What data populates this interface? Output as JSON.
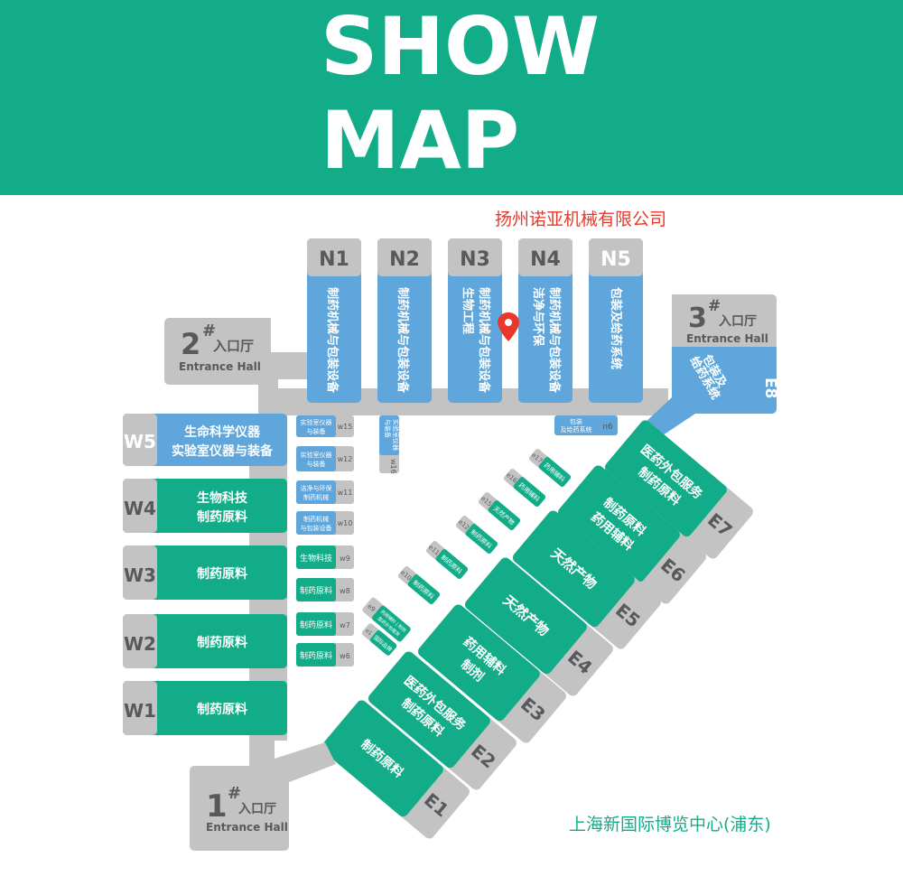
{
  "banner": {
    "title_line1": "SHOW",
    "title_line2": "MAP"
  },
  "company": "扬州诺亚机械有限公司",
  "venue": "上海新国际博览中心(浦东)",
  "colors": {
    "green": "#12ad88",
    "blue": "#5ea6dc",
    "gray": "#c3c3c3",
    "dark": "#58595b",
    "pin": "#e8382c"
  },
  "halls": {
    "N1": {
      "code": "N1",
      "desc": "制药机械与包装设备"
    },
    "N2": {
      "code": "N2",
      "desc": "制药机械与包装设备"
    },
    "N3": {
      "code": "N3",
      "desc": "制药机械与包装设备",
      "desc2": "生物工程"
    },
    "N4": {
      "code": "N4",
      "desc": "制药机械与包装设备",
      "desc2": "洁净与环保"
    },
    "N5": {
      "code": "N5",
      "desc": "包装及给药系统"
    },
    "E8": {
      "code": "E8",
      "desc": "包装及",
      "desc2": "给药系统"
    },
    "W5": {
      "code": "W5",
      "desc": "生命科学仪器",
      "desc2": "实验室仪器与装备"
    },
    "W4": {
      "code": "W4",
      "desc": "生物科技",
      "desc2": "制药原料"
    },
    "W3": {
      "code": "W3",
      "desc": "制药原料"
    },
    "W2": {
      "code": "W2",
      "desc": "制药原料"
    },
    "W1": {
      "code": "W1",
      "desc": "制药原料"
    },
    "E7": {
      "code": "E7",
      "desc": "医药外包服务",
      "desc2": "制药原料"
    },
    "E6": {
      "code": "E6",
      "desc": "制药原料",
      "desc2": "药用辅料"
    },
    "E5": {
      "code": "E5",
      "desc": "天然产物"
    },
    "E4": {
      "code": "E4",
      "desc": "天然产物"
    },
    "E3": {
      "code": "E3",
      "desc": "药用辅料",
      "desc2": "制剂"
    },
    "E2": {
      "code": "E2",
      "desc": "医药外包服务",
      "desc2": "制药原料"
    },
    "E1": {
      "code": "E1",
      "desc": "制药原料"
    }
  },
  "west_subhalls": [
    {
      "code": "w15",
      "line1": "实验室仪器",
      "line2": "与装备"
    },
    {
      "code": "w12",
      "line1": "实验室仪器",
      "line2": "与装备"
    },
    {
      "code": "w11",
      "line1": "洁净与环保",
      "line2": "制药机械"
    },
    {
      "code": "w10",
      "line1": "制药机械",
      "line2": "与包装设备"
    },
    {
      "code": "w9",
      "line1": "生物科技",
      "line2": ""
    },
    {
      "code": "w8",
      "line1": "制药原料",
      "line2": ""
    },
    {
      "code": "w7",
      "line1": "制药原料",
      "line2": ""
    },
    {
      "code": "w6",
      "line1": "制药原料",
      "line2": ""
    }
  ],
  "w16": {
    "code": "w16",
    "line1": "实验室仪器",
    "line2": "与装备"
  },
  "n6": {
    "code": "n6",
    "line1": "包装",
    "line2": "及给药系统"
  },
  "east_subhalls": [
    {
      "code": "e17",
      "line1": "药用辅料"
    },
    {
      "code": "e16",
      "line1": "药用辅料"
    },
    {
      "code": "e15",
      "line1": "天然产物"
    },
    {
      "code": "e12",
      "line1": "制药原料"
    },
    {
      "code": "e11",
      "line1": "制药原料"
    },
    {
      "code": "e10",
      "line1": "制药原料"
    }
  ],
  "e9": {
    "code": "e9",
    "line1": "药用辅料 | 制剂",
    "line2": "医药外包服务"
  },
  "e1sub": {
    "code": "e1",
    "line1": "国际品牌"
  },
  "entrances": [
    {
      "num": "1",
      "mark": "#",
      "cn": "入口厅",
      "en": "Entrance Hall"
    },
    {
      "num": "2",
      "mark": "#",
      "cn": "入口厅",
      "en": "Entrance Hall"
    },
    {
      "num": "3",
      "mark": "#",
      "cn": "入口厅",
      "en": "Entrance Hall"
    }
  ]
}
